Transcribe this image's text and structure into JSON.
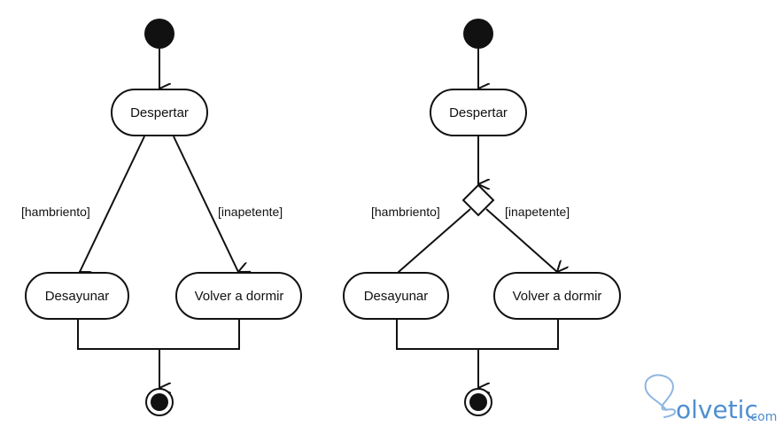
{
  "diagrams": [
    {
      "name": "without-decision-node",
      "nodes": {
        "start": "initial",
        "despertar": "Despertar",
        "desayunar": "Desayunar",
        "volver": "Volver a dormir",
        "end": "final"
      },
      "guards": {
        "left": "[hambriento]",
        "right": "[inapetente]"
      }
    },
    {
      "name": "with-decision-node",
      "nodes": {
        "start": "initial",
        "despertar": "Despertar",
        "desayunar": "Desayunar",
        "volver": "Volver a dormir",
        "end": "final"
      },
      "guards": {
        "left": "[hambriento]",
        "right": "[inapetente]"
      }
    }
  ],
  "watermark": {
    "brand": "olvetic",
    "suffix": ".com",
    "color": "#4f8fd0"
  }
}
